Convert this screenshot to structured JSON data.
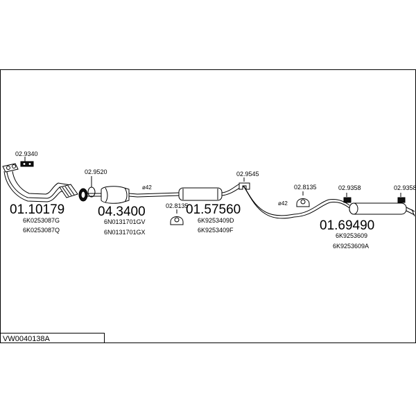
{
  "diagram": {
    "id_label": "VW0040138A",
    "diameter_1": "ø42",
    "diameter_2": "ø42",
    "parts": [
      {
        "number": "01.10179",
        "refs": [
          "6K0253087G",
          "6K0253087Q"
        ]
      },
      {
        "number": "04.3400",
        "refs": [
          "6N0131701GV",
          "6N0131701GX"
        ]
      },
      {
        "number": "01.57560",
        "refs": [
          "6K9253409D",
          "6K9253409F"
        ]
      },
      {
        "number": "01.69490",
        "refs": [
          "6K9253609",
          "6K9253609A"
        ]
      }
    ],
    "fittings": [
      {
        "code": "02.9340"
      },
      {
        "code": "02.9520"
      },
      {
        "code": "02.8135"
      },
      {
        "code": "02.9545"
      },
      {
        "code": "02.8135"
      },
      {
        "code": "02.9358"
      },
      {
        "code": "02.9358"
      }
    ]
  }
}
